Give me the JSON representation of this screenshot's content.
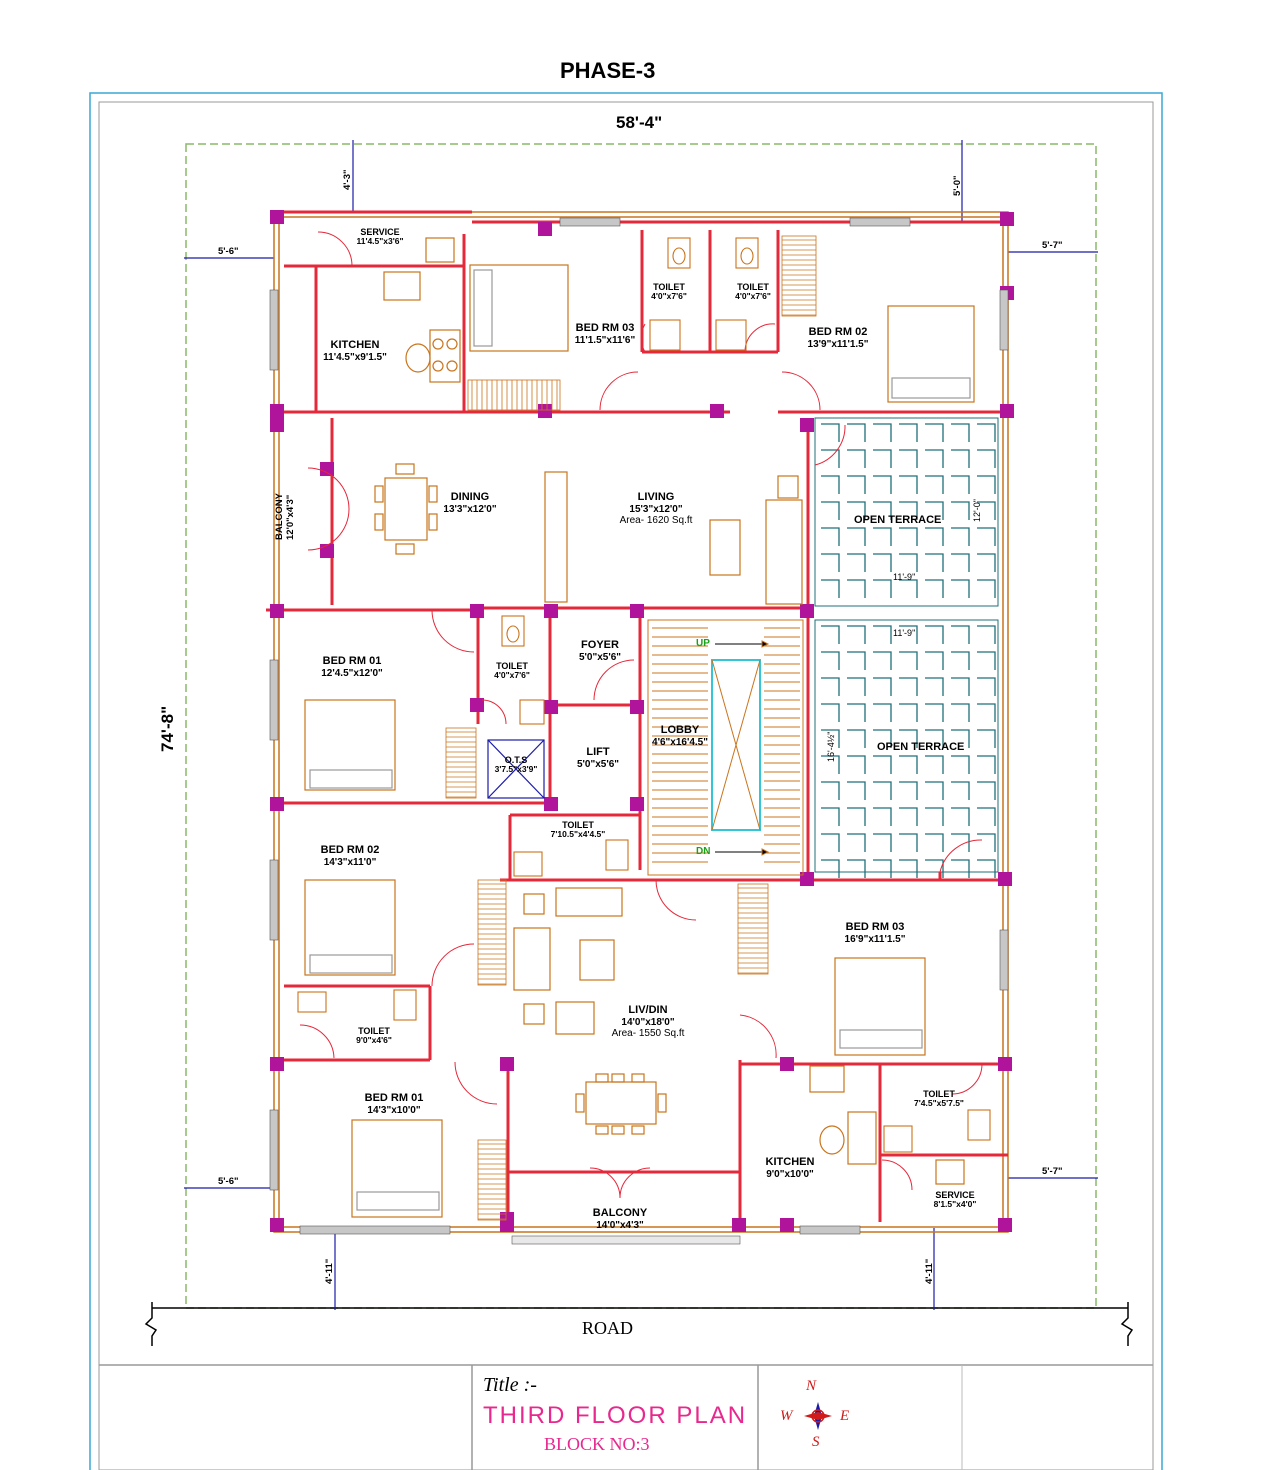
{
  "header": {
    "phase": "PHASE-3",
    "overall_width": "58'-4\"",
    "overall_depth": "74'-8\""
  },
  "setbacks": {
    "top_left": "4'-3\"",
    "top_right": "5'-0\"",
    "left_top": "5'-6\"",
    "right_top": "5'-7\"",
    "left_bottom": "5'-6\"",
    "right_bottom": "5'-7\"",
    "bottom_left": "4'-11\"",
    "bottom_right": "4'-11\""
  },
  "rooms": {
    "service_top": {
      "name": "SERVICE",
      "dim": "11'4.5\"x3'6\""
    },
    "kitchen_top": {
      "name": "KITCHEN",
      "dim": "11'4.5\"x9'1.5\""
    },
    "bed3_top": {
      "name": "BED RM 03",
      "dim": "11'1.5\"x11'6\""
    },
    "toilet_top_a": {
      "name": "TOILET",
      "dim": "4'0\"x7'6\""
    },
    "toilet_top_b": {
      "name": "TOILET",
      "dim": "4'0\"x7'6\""
    },
    "bed2_top": {
      "name": "BED RM 02",
      "dim": "13'9\"x11'1.5\""
    },
    "balcony_top": {
      "name": "BALCONY",
      "dim": "12'0\"x4'3\""
    },
    "dining": {
      "name": "DINING",
      "dim": "13'3\"x12'0\""
    },
    "living": {
      "name": "LIVING",
      "dim": "15'3\"x12'0\"",
      "area": "Area- 1620 Sq.ft"
    },
    "terrace_top": {
      "name": "OPEN TERRACE",
      "dim_h": "11'-9\"",
      "dim_v": "12'-0\""
    },
    "bed1_top": {
      "name": "BED RM 01",
      "dim": "12'4.5\"x12'0\""
    },
    "toilet_mid": {
      "name": "TOILET",
      "dim": "4'0\"x7'6\""
    },
    "foyer": {
      "name": "FOYER",
      "dim": "5'0\"x5'6\""
    },
    "lobby": {
      "name": "LOBBY",
      "dim": "4'6\"x16'4.5\""
    },
    "lift": {
      "name": "LIFT",
      "dim": "5'0\"x5'6\""
    },
    "ots": {
      "name": "O.T.S",
      "dim": "3'7.5\"x3'9\""
    },
    "terrace_bottom": {
      "name": "OPEN TERRACE",
      "dim_h": "11'-9\"",
      "dim_v": "16'-4½\""
    },
    "stair": {
      "up": "UP",
      "dn": "DN"
    },
    "bed2_bottom": {
      "name": "BED RM 02",
      "dim": "14'3\"x11'0\""
    },
    "toilet_lobby": {
      "name": "TOILET",
      "dim": "7'10.5\"x4'4.5\""
    },
    "bed3_bottom": {
      "name": "BED RM 03",
      "dim": "16'9\"x11'1.5\""
    },
    "livdin": {
      "name": "LIV/DIN",
      "dim": "14'0\"x18'0\"",
      "area": "Area- 1550 Sq.ft"
    },
    "toilet_bottom_left": {
      "name": "TOILET",
      "dim": "9'0\"x4'6\""
    },
    "bed1_bottom": {
      "name": "BED RM 01",
      "dim": "14'3\"x10'0\""
    },
    "toilet_bottom_right": {
      "name": "TOILET",
      "dim": "7'4.5\"x5'7.5\""
    },
    "kitchen_bottom": {
      "name": "KITCHEN",
      "dim": "9'0\"x10'0\""
    },
    "service_bottom": {
      "name": "SERVICE",
      "dim": "8'1.5\"x4'0\""
    },
    "balcony_bottom": {
      "name": "BALCONY",
      "dim": "14'0\"x4'3\""
    }
  },
  "road": "ROAD",
  "title_block": {
    "label": "Title :-",
    "title": "THIRD FLOOR PLAN",
    "block": "BLOCK NO:3"
  },
  "compass": {
    "n": "N",
    "w": "W",
    "e": "E",
    "s": "S"
  },
  "colors": {
    "wall": "#e5283a",
    "furniture": "#c9741c",
    "column": "#b0149a",
    "terrace_tile": "#1f6f7a",
    "plot_line": "#8ab86a",
    "title": "#e8288f",
    "dim_line": "#1a1aa8"
  }
}
